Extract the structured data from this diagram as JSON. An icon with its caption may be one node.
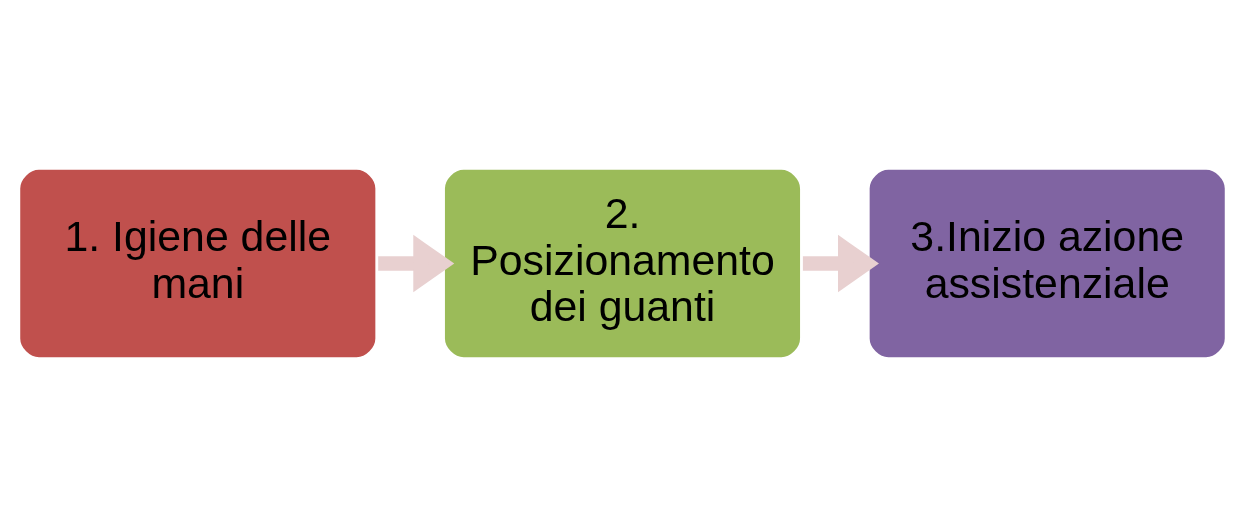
{
  "diagram": {
    "nodes": [
      {
        "text": [
          "1. Igiene delle mani"
        ]
      },
      {
        "text": [
          "2. Posizionamento dei guanti"
        ]
      },
      {
        "text": [
          "3.Inizio azione assistenziale"
        ]
      }
    ],
    "edges": [
      {
        "from": 0,
        "to": 1,
        "arrow": "to"
      },
      {
        "from": 1,
        "to": 2,
        "arrow": "to"
      }
    ]
  }
}
